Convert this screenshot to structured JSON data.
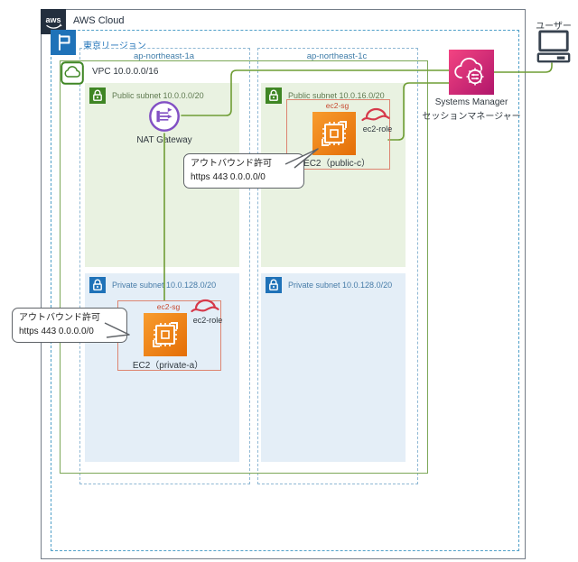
{
  "diagram": {
    "aws_cloud": {
      "label": "AWS Cloud"
    },
    "region": {
      "label": "東京リージョン"
    },
    "vpc": {
      "label": "VPC 10.0.0.0/16"
    },
    "azs": [
      {
        "label": "ap-northeast-1a"
      },
      {
        "label": "ap-northeast-1c"
      }
    ],
    "subnets": {
      "public_a": {
        "label": "Public subnet 10.0.0.0/20"
      },
      "public_c": {
        "label": "Public subnet 10.0.16.0/20"
      },
      "private_a": {
        "label": "Private subnet 10.0.128.0/20"
      },
      "private_c": {
        "label": "Private subnet 10.0.128.0/20"
      }
    },
    "nat": {
      "label": "NAT Gateway"
    },
    "ec2_public_c": {
      "label": "EC2（public-c）",
      "sg_label": "ec2-sg",
      "role_label": "ec2-role"
    },
    "ec2_private_a": {
      "label": "EC2（private-a）",
      "sg_label": "ec2-sg",
      "role_label": "ec2-role"
    },
    "systems_manager": {
      "label": "Systems Manager",
      "sublabel": "セッションマネージャー"
    },
    "user": {
      "label": "ユーザー"
    },
    "callout_public_c": {
      "line1": "アウトバウンド許可",
      "line2": "https 443 0.0.0.0/0"
    },
    "callout_private_a": {
      "line1": "アウトバウンド許可",
      "line2": "https 443 0.0.0.0/0"
    },
    "icons": {
      "aws": "aws-logo-icon",
      "region": "region-flag-icon",
      "vpc": "vpc-cloud-icon",
      "public_subnet": "lock-green-icon",
      "private_subnet": "lock-blue-icon",
      "nat": "nat-gateway-icon",
      "ec2": "ec2-instance-icon",
      "role": "iam-role-hat-icon",
      "ssm": "systems-manager-icon",
      "user": "user-computer-icon"
    },
    "colors": {
      "connection_green": "#6f9d35",
      "vpc_border": "#7ca757",
      "aws_dark": "#232f3e",
      "region_blue": "#1f72b8",
      "public_green": "#3f8624",
      "ec2_orange": "#ed7100",
      "ssm_pink": "#e7157b",
      "sg_red": "#dd8571",
      "role_red": "#d6394a",
      "nat_purple": "#8250c4"
    }
  }
}
